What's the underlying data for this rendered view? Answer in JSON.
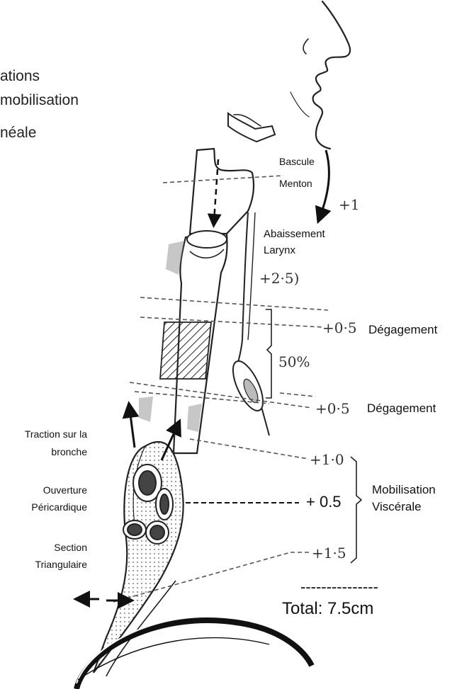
{
  "title_lines": [
    "ations",
    "mobilisation",
    "néale"
  ],
  "labels": {
    "bascule": "Bascule",
    "menton": "Menton",
    "plus1": "+1",
    "abaissement": "Abaissement",
    "larynx": "Larynx",
    "plus25": "+2·5)",
    "plus05_a": "+0·5",
    "degagement_a": "Dégagement",
    "pct50": "50%",
    "plus05_b": "+0·5",
    "degagement_b": "Dégagement",
    "traction_1": "Traction sur la",
    "traction_2": "bronche",
    "ouverture_1": "Ouverture",
    "ouverture_2": "Péricardique",
    "plus10": "+1·0",
    "plus05_c": "+ 0.5",
    "mobilisation_1": "Mobilisation",
    "mobilisation_2": "Viscérale",
    "section_1": "Section",
    "section_2": "Triangulaire",
    "plus15": "+1·5",
    "total_line": "---------------",
    "total": "Total: 7.5cm"
  }
}
